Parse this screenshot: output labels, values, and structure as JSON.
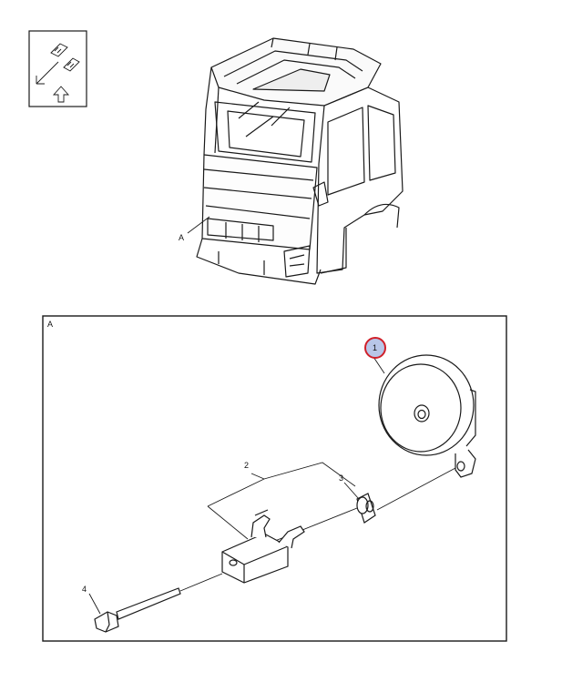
{
  "view_labels": {
    "cab_callout": "A",
    "detail_frame": "A"
  },
  "parts": [
    {
      "number": "1",
      "name_icon": "horn-icon",
      "highlighted": true
    },
    {
      "number": "2",
      "name_icon": "bracket-icon",
      "highlighted": false
    },
    {
      "number": "3",
      "name_icon": "spacer-icon",
      "highlighted": false
    },
    {
      "number": "4",
      "name_icon": "bolt-icon",
      "highlighted": false
    }
  ],
  "colors": {
    "line": "#1a1a1a",
    "highlight_ring": "#d0202a",
    "highlight_fill": "#b8c6e8"
  },
  "icons": {
    "orientation": "front-direction-icon"
  }
}
